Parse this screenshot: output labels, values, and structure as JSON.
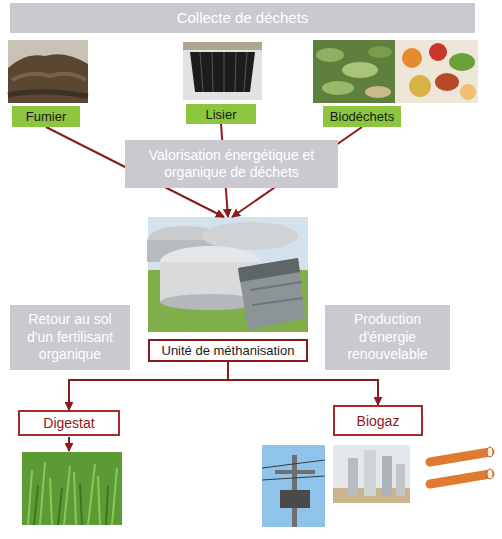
{
  "diagram": {
    "title": "Collecte de déchets",
    "nodes": [
      {
        "text": [
          "Fumier"
        ]
      },
      {
        "text": [
          "Lisier"
        ]
      },
      {
        "text": [
          "Biodéchets"
        ]
      },
      {
        "text": [
          "Valorisation énergétique et organique de déchets"
        ]
      },
      {
        "text": [
          "Retour au sol d'un fertilisant organique"
        ]
      },
      {
        "text": [
          "Unité de méthanisation"
        ]
      },
      {
        "text": [
          "Production d'énergie renouvelable"
        ]
      },
      {
        "text": [
          "Digestat"
        ]
      },
      {
        "text": [
          "Biogaz"
        ]
      }
    ],
    "edges": [
      {
        "from": 0,
        "to": 5,
        "arrow": "to"
      },
      {
        "from": 1,
        "to": 5,
        "arrow": "to"
      },
      {
        "from": 2,
        "to": 5,
        "arrow": "to"
      },
      {
        "from": 5,
        "to": 7,
        "arrow": "to"
      },
      {
        "from": 5,
        "to": 8,
        "arrow": "to"
      }
    ]
  }
}
